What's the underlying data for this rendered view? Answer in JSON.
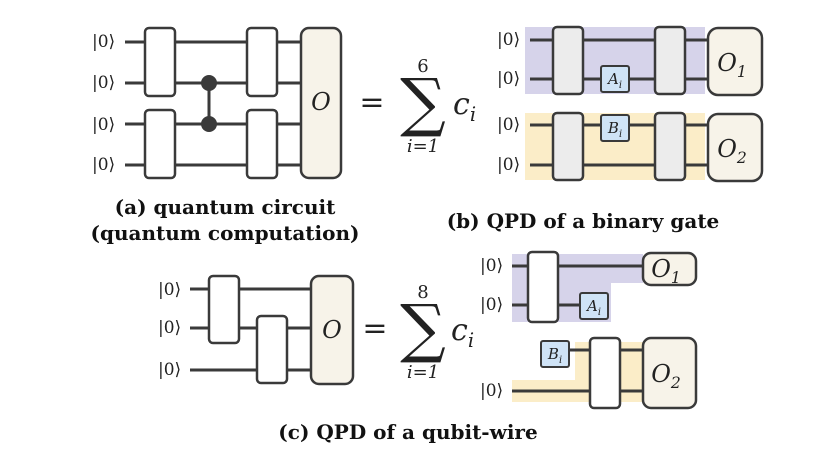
{
  "colors": {
    "purple_band": "#d6d3ea",
    "yellow_band": "#fbedc8",
    "gate_fill": "#ffffff",
    "grey_gate_fill": "#ececec",
    "observable_fill": "#f7f3e9",
    "subcircuit_gate_fill": "#cfe3f6",
    "wire": "#3a3a3a"
  },
  "panel_a": {
    "inputs": [
      "|0⟩",
      "|0⟩",
      "|0⟩",
      "|0⟩"
    ],
    "observable": "O",
    "caption_line1": "(a) quantum circuit",
    "caption_line2": "(quantum computation)"
  },
  "eq_b": {
    "equals": "=",
    "sum_top": "6",
    "sum_symbol": "∑",
    "sum_bottom": "i=1",
    "coef": "c",
    "coef_sub": "i"
  },
  "panel_b": {
    "inputs": [
      "|0⟩",
      "|0⟩",
      "|0⟩",
      "|0⟩"
    ],
    "gate_a": "A",
    "gate_a_sub": "i",
    "gate_b": "B",
    "gate_b_sub": "i",
    "obs_1": "O",
    "obs_1_sub": "1",
    "obs_2": "O",
    "obs_2_sub": "2",
    "caption": "(b) QPD of a binary gate"
  },
  "panel_c_left": {
    "inputs": [
      "|0⟩",
      "|0⟩",
      "|0⟩"
    ],
    "observable": "O"
  },
  "eq_c": {
    "equals": "=",
    "sum_top": "8",
    "sum_symbol": "∑",
    "sum_bottom": "i=1",
    "coef": "c",
    "coef_sub": "i"
  },
  "panel_c_right": {
    "inputs": [
      "|0⟩",
      "|0⟩",
      "|0⟩"
    ],
    "gate_a": "A",
    "gate_a_sub": "i",
    "gate_b": "B",
    "gate_b_sub": "i",
    "obs_1": "O",
    "obs_1_sub": "1",
    "obs_2": "O",
    "obs_2_sub": "2"
  },
  "caption_c": "(c) QPD of a qubit-wire"
}
